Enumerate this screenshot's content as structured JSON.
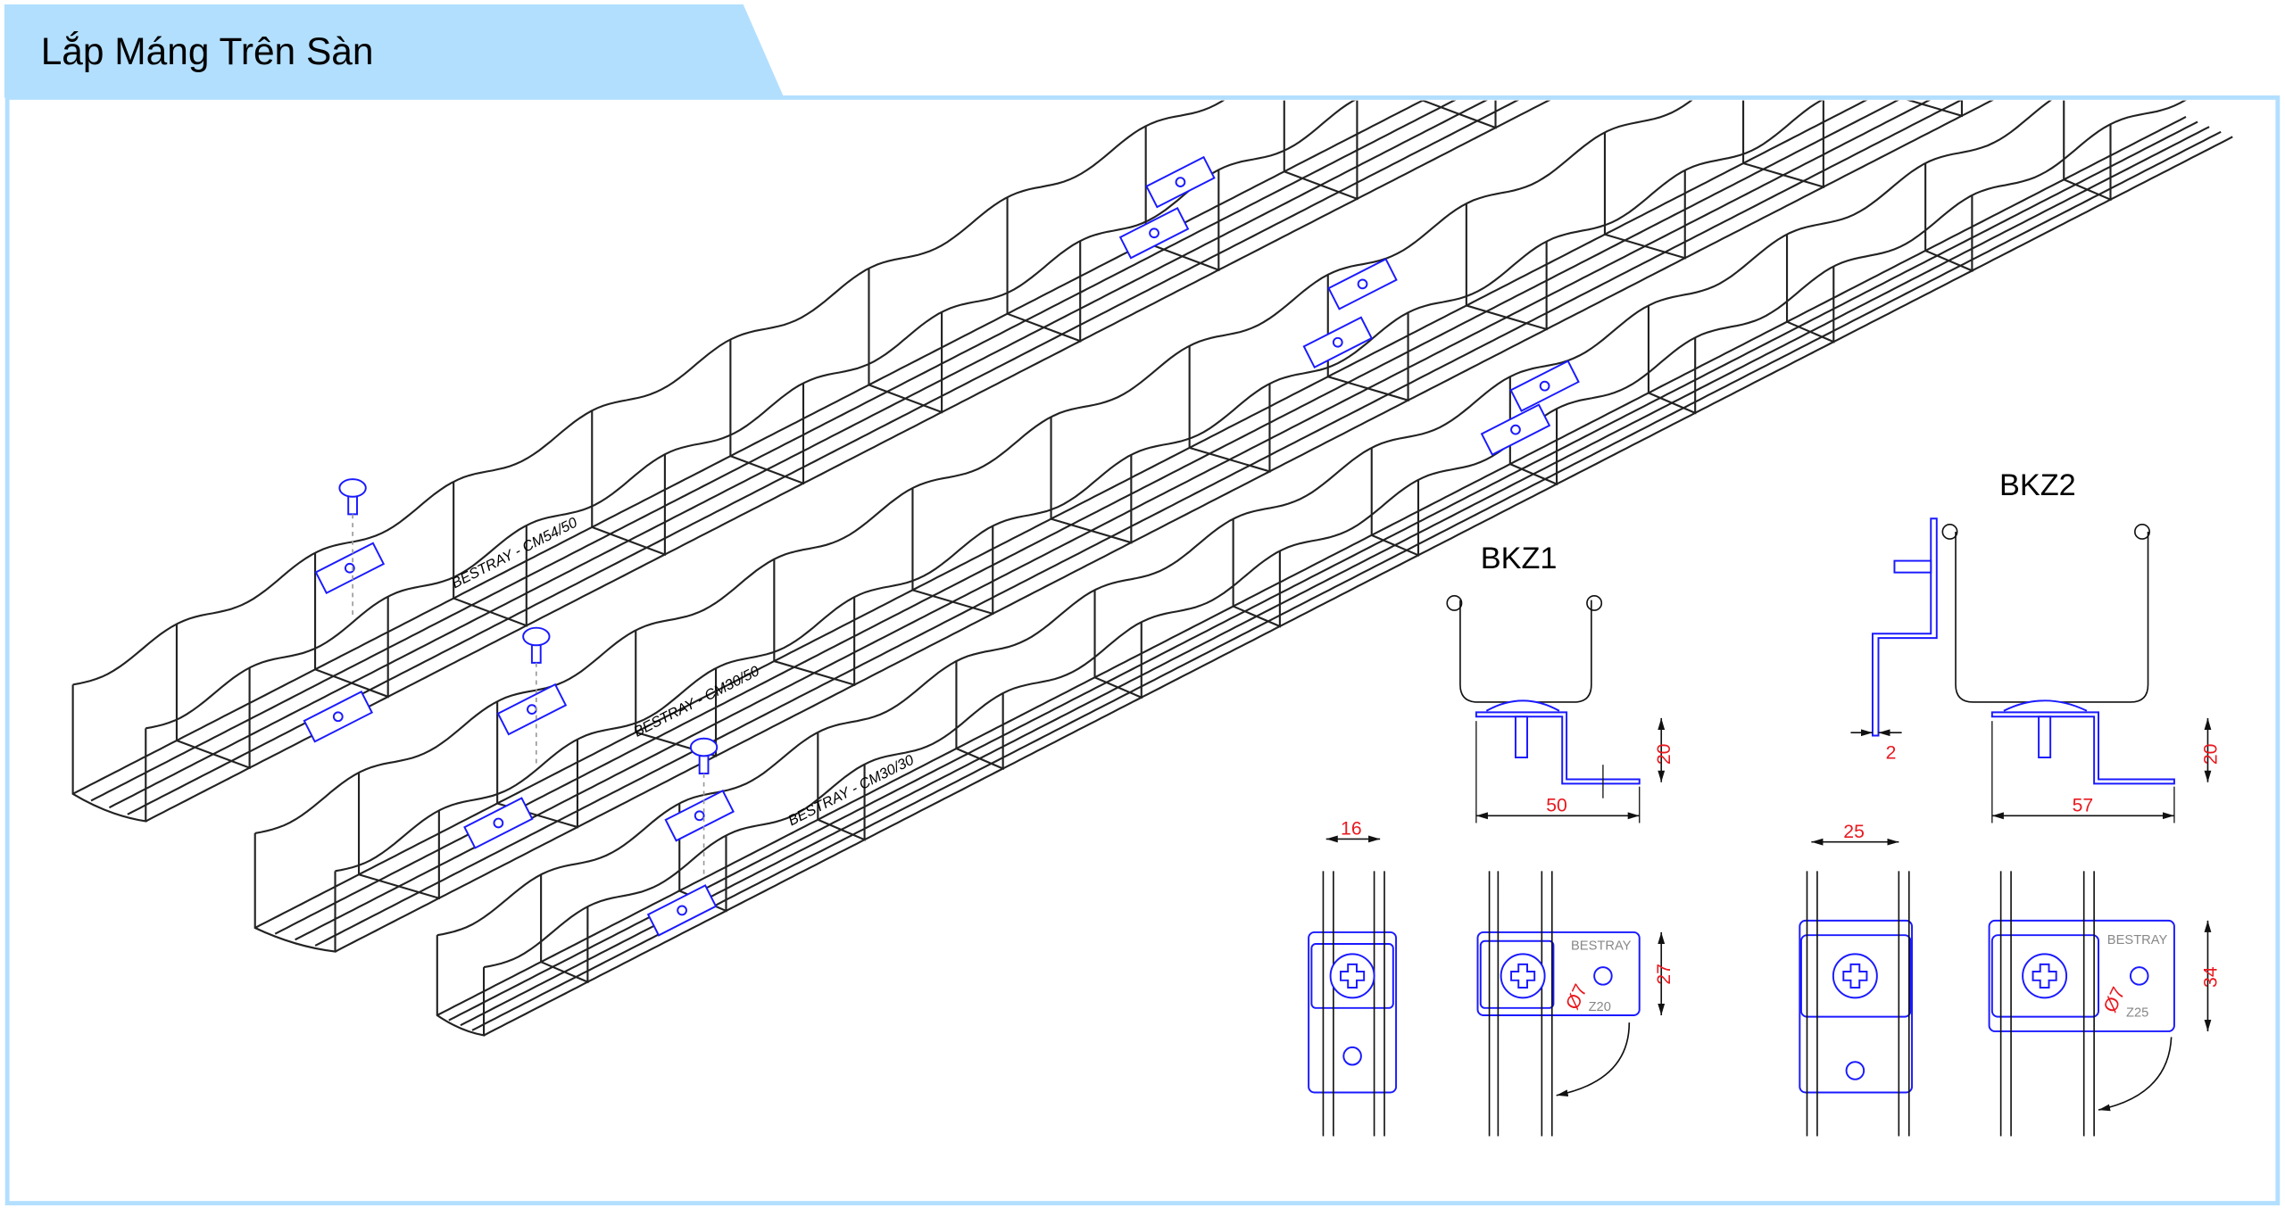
{
  "header": {
    "title": "Lắp Máng Trên Sàn"
  },
  "colors": {
    "header_bg": "#b3dfff",
    "frame": "#b3dfff",
    "part": "#1a1aff",
    "dimension": "#e8191f",
    "wire": "#222222"
  },
  "trays": [
    {
      "label": "BESTRAY - CM54/50"
    },
    {
      "label": "BESTRAY - CM30/50"
    },
    {
      "label": "BESTRAY - CM30/30"
    }
  ],
  "bkz1": {
    "name": "BKZ1",
    "dims": {
      "height": "20",
      "length": "50",
      "width": "16",
      "plate_height": "27"
    },
    "plate_text": "BESTRAY",
    "hole": "Ø7",
    "code": "Z20"
  },
  "bkz2": {
    "name": "BKZ2",
    "dims": {
      "height": "20",
      "length": "57",
      "width": "25",
      "plate_height": "34",
      "thickness": "2"
    },
    "plate_text": "BESTRAY",
    "hole": "Ø7",
    "code": "Z25"
  }
}
